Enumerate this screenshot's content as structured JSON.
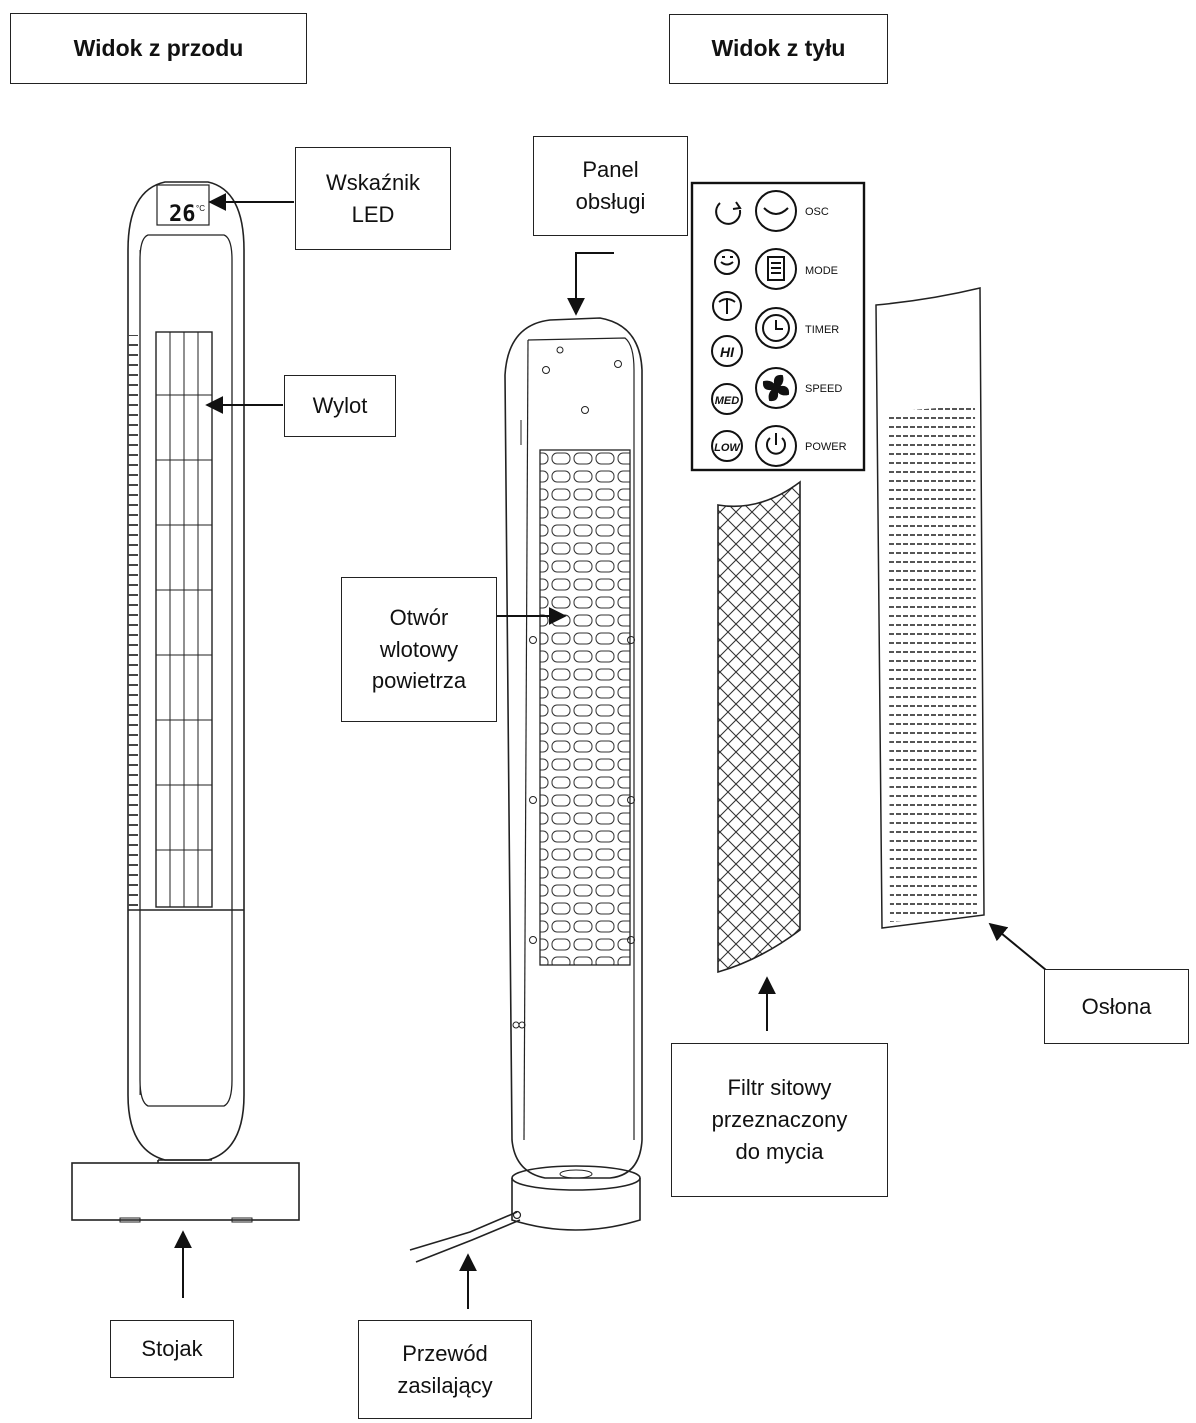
{
  "headings": {
    "front_view": "Widok z przodu",
    "back_view": "Widok z tyłu"
  },
  "labels": {
    "led": "Wskaźnik\nLED",
    "outlet": "Wylot",
    "panel": "Panel\nobsługi",
    "intake": "Otwór\nwlotowy\npowietrza",
    "cover": "Osłona",
    "filter": "Filtr sitowy\nprzeznaczony\ndo mycia",
    "stand": "Stojak",
    "cord": "Przewód\nzasilający"
  },
  "display": {
    "temperature": "26",
    "unit": "°C"
  },
  "control_panel": {
    "buttons": [
      "OSC",
      "MODE",
      "TIMER",
      "SPEED",
      "POWER"
    ],
    "speed_icons": [
      "HI",
      "MED",
      "LOW"
    ]
  },
  "colors": {
    "line": "#222222",
    "background": "#ffffff"
  }
}
